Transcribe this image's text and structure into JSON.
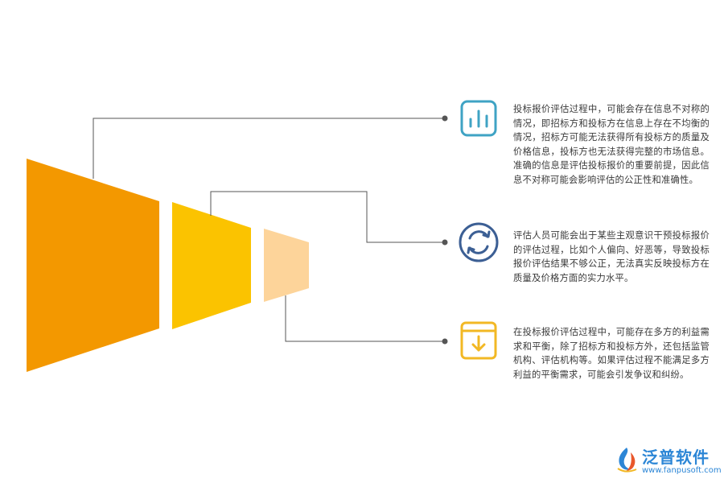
{
  "items": [
    {
      "icon": "bar-chart-icon",
      "color": "#3fa3c4",
      "text": "投标报价评估过程中，可能会存在信息不对称的情况，即招标方和投标方在信息上存在不均衡的情况，招标方可能无法获得所有投标方的质量及价格信息，投标方也无法获得完整的市场信息。准确的信息是评估投标报价的重要前提，因此信息不对称可能会影响评估的公正性和准确性。"
    },
    {
      "icon": "refresh-icon",
      "color": "#3c5f94",
      "text": "评估人员可能会出于某些主观意识干预投标报价的评估过程，比如个人偏向、好恶等，导致投标报价评估结果不够公正，无法真实反映投标方在质量及价格方面的实力水平。"
    },
    {
      "icon": "download-box-icon",
      "color": "#f2b824",
      "text": "在投标报价评估过程中，可能存在多方的利益需求和平衡，除了招标方和投标方外，还包括监管机构、评估机构等。如果评估过程不能满足多方利益的平衡需求，可能会引发争议和纠纷。"
    }
  ],
  "funnel_colors": [
    "#f39800",
    "#fbc300",
    "#fdd49a"
  ],
  "logo": {
    "name": "泛普软件",
    "url": "www.fanpusoft.com",
    "color": "#2c86d6"
  }
}
